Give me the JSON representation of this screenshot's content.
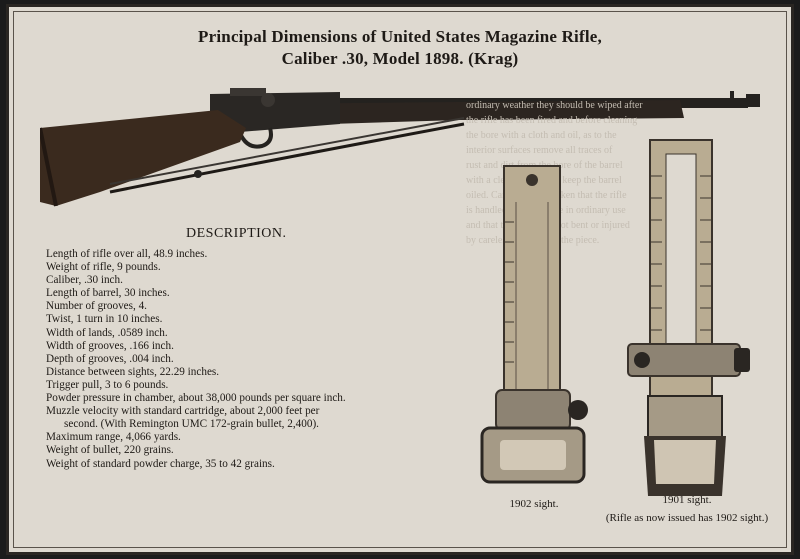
{
  "header": {
    "title_line1": "Principal Dimensions of United States Magazine Rifle,",
    "title_line2": "Caliber .30, Model 1898. (Krag)"
  },
  "description": {
    "heading": "DESCRIPTION.",
    "items": [
      "Length of rifle over all, 48.9 inches.",
      "Weight of rifle, 9 pounds.",
      "Caliber, .30 inch.",
      "Length of barrel, 30 inches.",
      "Number of grooves, 4.",
      "Twist, 1 turn in 10 inches.",
      "Width of lands, .0589 inch.",
      "Width of grooves, .166 inch.",
      "Depth of grooves, .004 inch.",
      "Distance between sights, 22.29 inches.",
      "Trigger pull, 3 to 6 pounds.",
      "Powder pressure in chamber, about 38,000 pounds per square inch.",
      "Muzzle velocity with standard cartridge, about 2,000 feet per",
      "second. (With Remington UMC 172-grain bullet, 2,400).",
      "Maximum range, 4,066 yards.",
      "Weight of bullet, 220 grains.",
      "Weight of standard powder charge, 35 to 42 grains."
    ]
  },
  "sights": {
    "sight_1902_caption": "1902 sight.",
    "sight_1901_caption": "1901 sight.",
    "sight_1901_note": "(Rifle as now issued has 1902 sight.)"
  },
  "colors": {
    "paper": "#ded9d0",
    "ink": "#1e1a16",
    "wood": "#3a2a1e",
    "metal": "#24221f",
    "brass": "#b9ac92"
  }
}
